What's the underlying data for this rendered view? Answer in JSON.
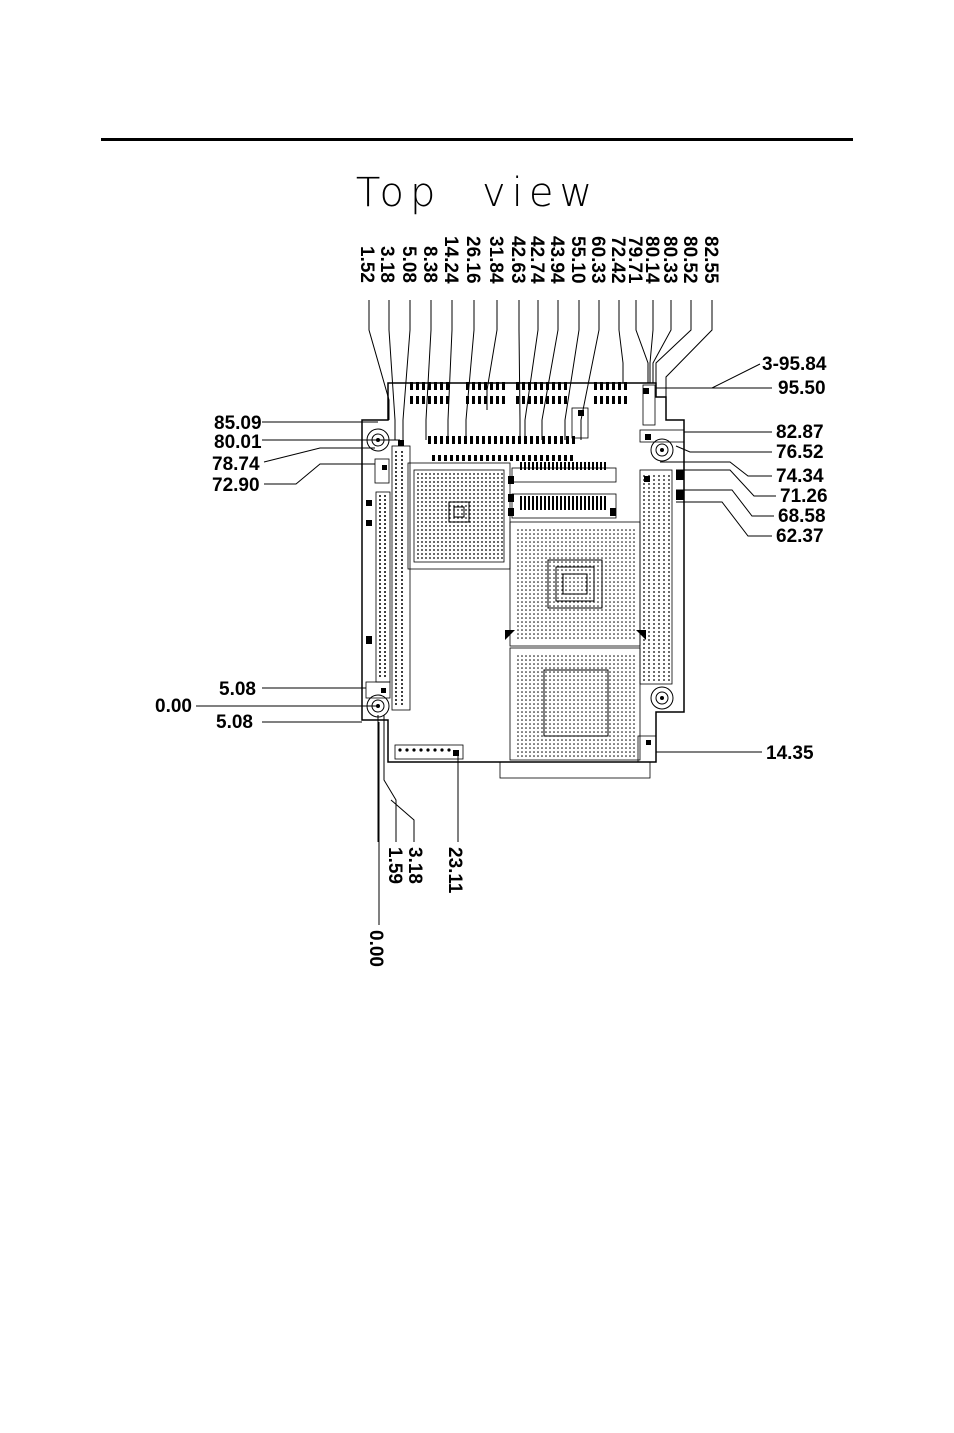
{
  "title": "Top view",
  "top_labels": [
    "1.52",
    "3.18",
    "5.08",
    "8.38",
    "14.24",
    "26.16",
    "31.84",
    "42.63",
    "42.74",
    "43.94",
    "55.10",
    "60.33",
    "72.42",
    "79.71",
    "80.14",
    "80.33",
    "80.52",
    "82.55"
  ],
  "left_labels": [
    "85.09",
    "80.01",
    "78.74",
    "72.90",
    "5.08",
    "0.00",
    "5.08"
  ],
  "right_labels": [
    "3-95.84",
    "95.50",
    "82.87",
    "76.52",
    "74.34",
    "71.26",
    "68.58",
    "62.37",
    "14.35"
  ],
  "bottom_labels": [
    "3.18",
    "1.59",
    "23.11",
    "0.00"
  ]
}
